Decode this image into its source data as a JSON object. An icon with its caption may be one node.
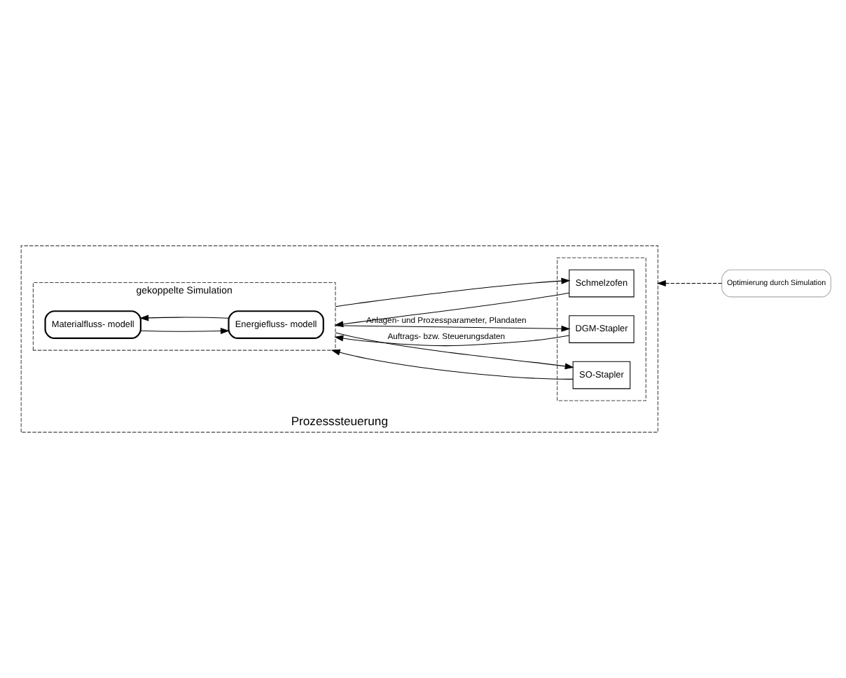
{
  "diagram": {
    "nodes": [
      {
        "text": [
          "Prozesssteuerung"
        ]
      },
      {
        "text": [
          "gekoppelte Simulation"
        ],
        "in": 0
      },
      {
        "text": [
          "Materialfluss- modell"
        ],
        "in": 1
      },
      {
        "text": [
          "Energiefluss- modell"
        ],
        "in": 1
      },
      {
        "text": [],
        "shape": "box",
        "in": 0
      },
      {
        "text": [
          "SO-Stapler"
        ],
        "in": 4
      },
      {
        "text": [
          "DGM-Stapler"
        ],
        "in": 4
      },
      {
        "text": [
          "Schmelzofen"
        ],
        "in": 4
      },
      {
        "text": [
          "Optimierung durch Simulation"
        ]
      }
    ],
    "edges": [
      {
        "from": 2,
        "to": 3,
        "arrow": "to"
      },
      {
        "from": 3,
        "to": 2,
        "arrow": "to"
      },
      {
        "from": 5,
        "to": 1,
        "arrow": "to"
      },
      {
        "from": 6,
        "to": 1,
        "arrow": "to",
        "label": "Auftrags- bzw. Steuerungsdaten"
      },
      {
        "from": 7,
        "to": 1,
        "arrow": "to"
      },
      {
        "from": 1,
        "to": 5,
        "arrow": "to"
      },
      {
        "from": 1,
        "to": 6,
        "arrow": "to",
        "label": "Anlagen- und Prozessparameter, Plandaten"
      },
      {
        "from": 1,
        "to": 7,
        "arrow": "to"
      },
      {
        "from": 8,
        "to": 0,
        "arrow": "to",
        "style": "dashed"
      }
    ]
  }
}
